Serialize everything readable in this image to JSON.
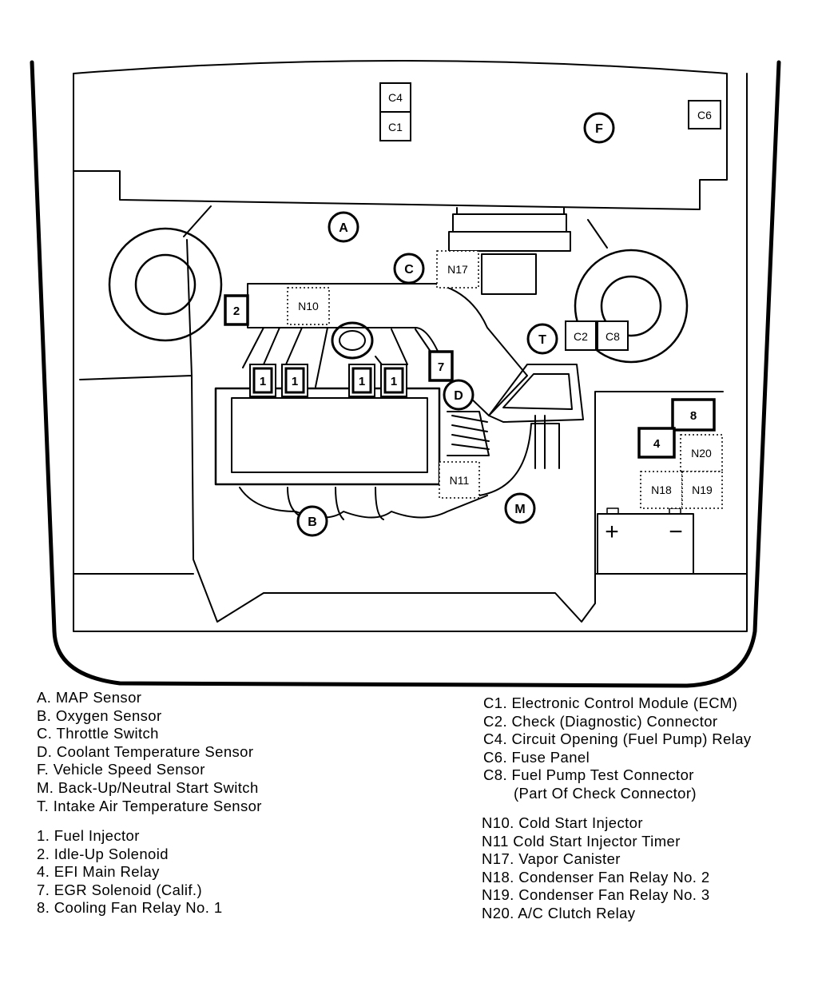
{
  "diagram": {
    "callouts": {
      "A": "A",
      "B": "B",
      "C": "C",
      "D": "D",
      "F": "F",
      "M": "M",
      "T": "T"
    },
    "boxes": {
      "c4": "C4",
      "c1": "C1",
      "c6": "C6",
      "c2": "C2",
      "c8": "C8",
      "n17": "N17",
      "n10": "N10",
      "n11": "N11",
      "n20": "N20",
      "n18": "N18",
      "n19": "N19",
      "r2": "2",
      "r7": "7",
      "r8": "8",
      "r4": "4",
      "inj1": "1",
      "inj2": "1",
      "inj3": "1",
      "inj4": "1"
    },
    "battery": {
      "plus": "+",
      "minus": "−"
    }
  },
  "legend": {
    "sensors": [
      "A. MAP Sensor",
      "B. Oxygen Sensor",
      "C. Throttle Switch",
      "D. Coolant Temperature Sensor",
      "F. Vehicle Speed Sensor",
      "M. Back-Up/Neutral Start Switch",
      "T. Intake Air Temperature Sensor"
    ],
    "numbered": [
      "1. Fuel Injector",
      "2. Idle-Up Solenoid",
      "4. EFI Main Relay",
      "7. EGR Solenoid (Calif.)",
      "8. Cooling Fan Relay No. 1"
    ],
    "connectors": [
      "C1. Electronic Control Module (ECM)",
      "C2. Check (Diagnostic) Connector",
      "C4. Circuit Opening (Fuel Pump) Relay",
      "C6. Fuse Panel",
      "C8. Fuel Pump Test Connector",
      "(Part Of Check Connector)"
    ],
    "nodes": [
      "N10. Cold Start Injector",
      "N11  Cold Start Injector Timer",
      "N17. Vapor Canister",
      "N18. Condenser Fan Relay No. 2",
      "N19. Condenser Fan Relay No. 3",
      "N20. A/C Clutch Relay"
    ]
  }
}
